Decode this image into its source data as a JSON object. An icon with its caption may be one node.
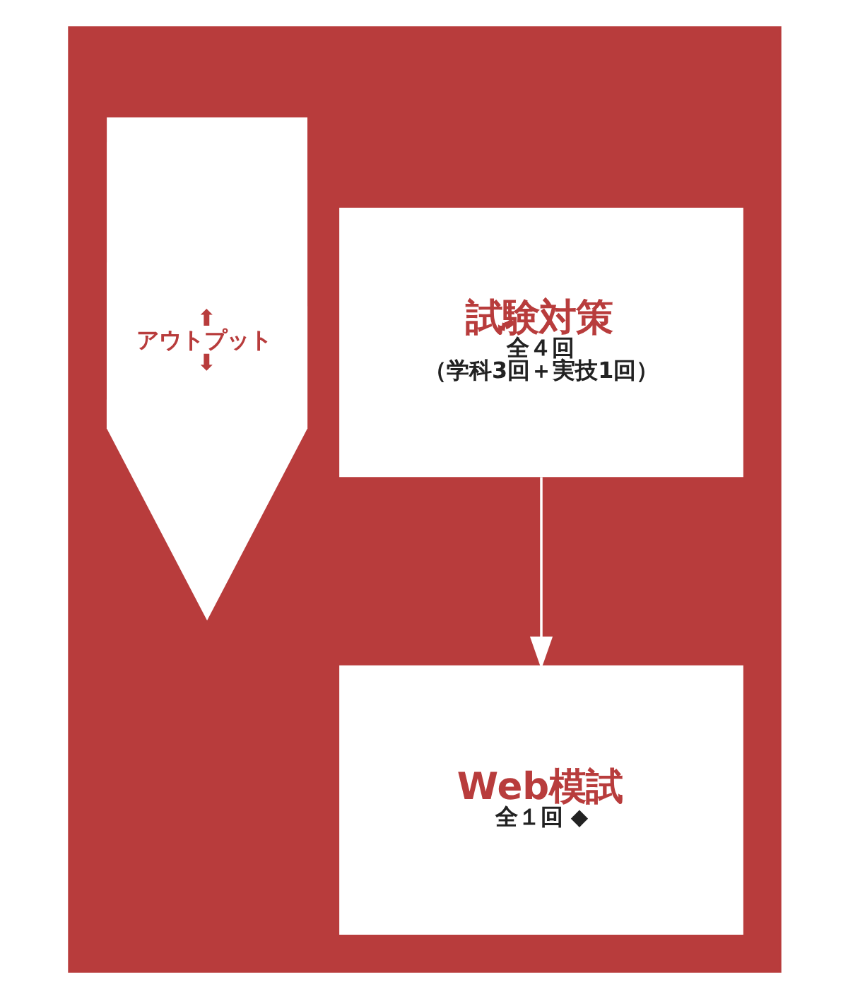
{
  "diagram": {
    "nodes": [
      {
        "text": [],
        "shape": "box"
      },
      {
        "text": [
          "⬆",
          "アウトプット",
          "⬇"
        ],
        "in": 0
      },
      {
        "text": [
          "試験対策",
          "全４回",
          "（学科3回＋実技1回）"
        ],
        "in": 0
      },
      {
        "text": [
          "Web模試",
          "全１回 ◆"
        ],
        "in": 0
      }
    ],
    "edges": [
      {
        "from": 2,
        "to": 3,
        "arrow": "to"
      }
    ]
  }
}
